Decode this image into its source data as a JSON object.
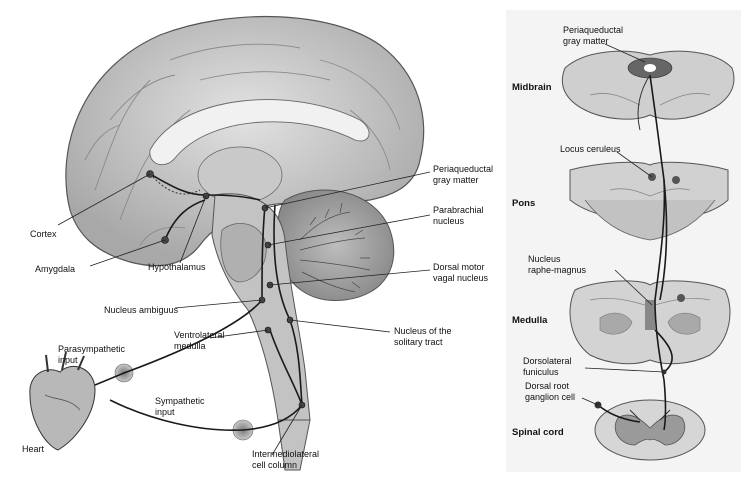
{
  "left_panel": {
    "labels": {
      "cortex": "Cortex",
      "amygdala": "Amygdala",
      "hypothalamus": "Hypothalamus",
      "nucleus_ambiguus": "Nucleus ambiguus",
      "pag_line1": "Periaqueductal",
      "pag_line2": "gray matter",
      "parabrachial_line1": "Parabrachial",
      "parabrachial_line2": "nucleus",
      "dorsal_motor_line1": "Dorsal motor",
      "dorsal_motor_line2": "vagal nucleus",
      "solitary_line1": "Nucleus of the",
      "solitary_line2": "solitary tract",
      "parasympathetic_line1": "Parasympathetic",
      "parasympathetic_line2": "input",
      "ventrolateral_line1": "Ventrolateral",
      "ventrolateral_line2": "medulla",
      "sympathetic_line1": "Sympathetic",
      "sympathetic_line2": "input",
      "heart": "Heart",
      "intermediolateral_line1": "Intermediolateral",
      "intermediolateral_line2": "cell column"
    }
  },
  "right_panel": {
    "labels": {
      "midbrain": "Midbrain",
      "pons": "Pons",
      "medulla": "Medulla",
      "spinal_cord": "Spinal cord",
      "pag_line1": "Periaqueductal",
      "pag_line2": "gray matter",
      "locus_ceruleus": "Locus ceruleus",
      "raphe_line1": "Nucleus",
      "raphe_line2": "raphe-magnus",
      "dorsolateral_line1": "Dorsolateral",
      "dorsolateral_line2": "funiculus",
      "drg_line1": "Dorsal root",
      "drg_line2": "ganglion cell"
    }
  },
  "colors": {
    "tissue_light": "#d6d6d6",
    "tissue_mid": "#b4b4b4",
    "tissue_dark": "#7c7c7c",
    "pathway": "#1a1a1a",
    "background": "#ffffff"
  }
}
